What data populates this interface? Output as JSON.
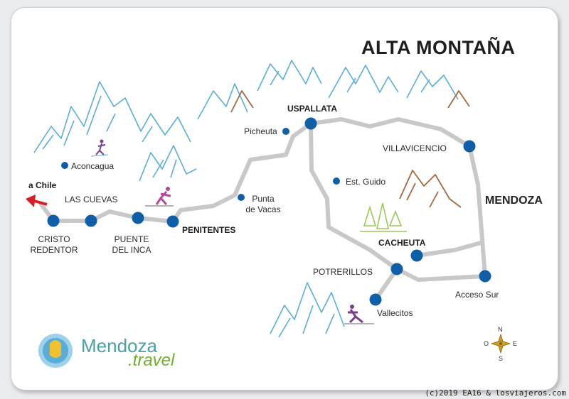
{
  "title": "ALTA MONTAÑA",
  "region_label": "MENDOZA",
  "direction_label": "a Chile",
  "places": {
    "uspallata": "USPALLATA",
    "picheuta": "Picheuta",
    "villavicencio": "VILLAVICENCIO",
    "aconcagua": "Aconcagua",
    "est_guido": "Est. Guido",
    "las_cuevas": "LAS CUEVAS",
    "punta_de_vacas_1": "Punta",
    "punta_de_vacas_2": "de Vacas",
    "cristo_1": "CRISTO",
    "cristo_2": "REDENTOR",
    "puente_1": "PUENTE",
    "puente_2": "DEL INCA",
    "penitentes": "PENITENTES",
    "cacheuta": "CACHEUTA",
    "potrerillos": "POTRERILLOS",
    "acceso_sur": "Acceso Sur",
    "vallecitos": "Vallecitos"
  },
  "brand": {
    "name": "Mendoza",
    "suffix": ".travel"
  },
  "compass": {
    "north": "N",
    "south": "S",
    "east": "E",
    "west": "O"
  },
  "copyright": "(c)2019 EA16 & losviajeros.com",
  "colors": {
    "road": "#c8c8c8",
    "town": "#0f5fa8",
    "mountain": "#5aaed6",
    "mountain_brown": "#a5683e",
    "arrow": "#d31f26",
    "skier": "#7a3f8c"
  }
}
